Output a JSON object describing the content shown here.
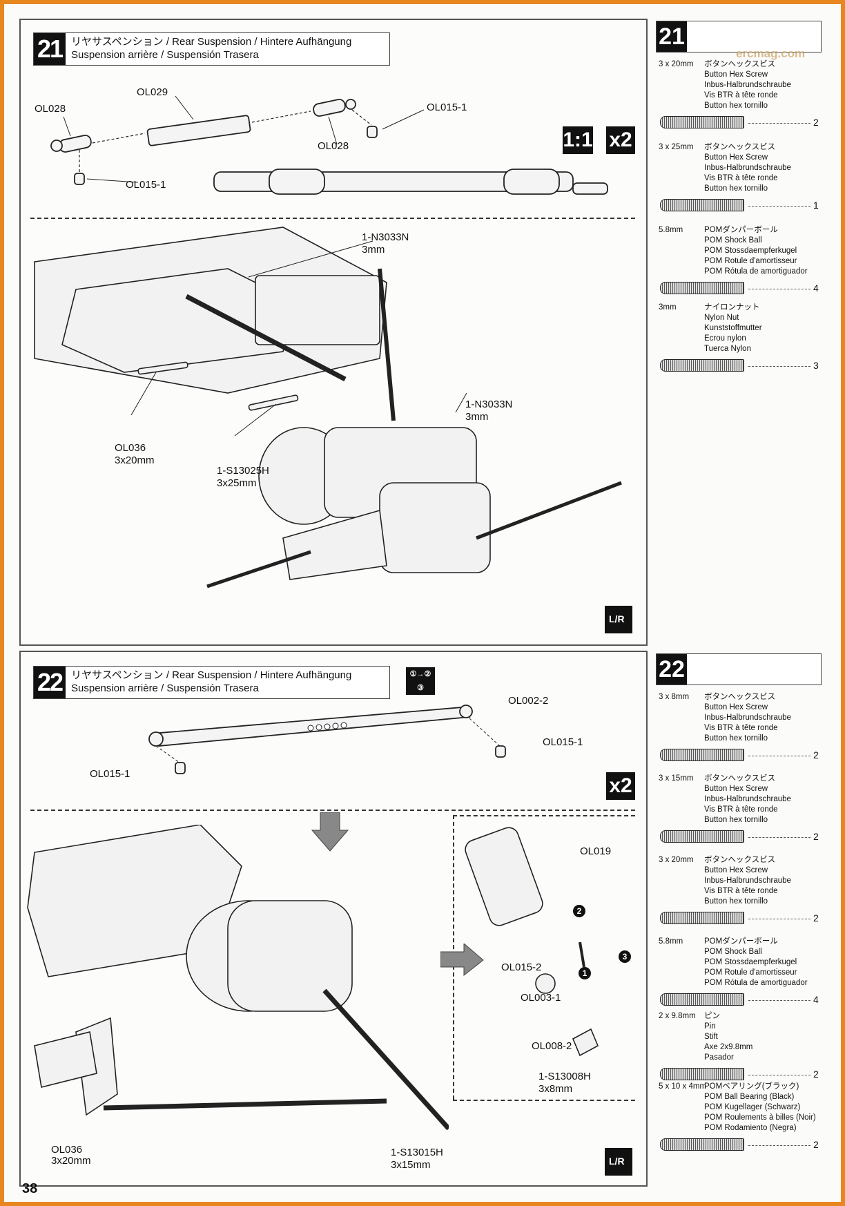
{
  "page_number": "38",
  "watermark": "ercmag.com",
  "step21": {
    "number": "21",
    "title_line1": "リヤサスペンション / Rear Suspension / Hintere Aufhängung",
    "title_line2": "Suspension arrière / Suspensión Trasera",
    "badge_scale": "1:1",
    "badge_count": "x2",
    "labels": {
      "ol028_left": "OL028",
      "ol029": "OL029",
      "ol015_top": "OL015-1",
      "ol028_right": "OL028",
      "ol015_bottom": "OL015-1",
      "nut1_part": "1-N3033N",
      "nut1_size": "3mm",
      "nut2_part": "1-N3033N",
      "nut2_size": "3mm",
      "ol036_part": "OL036",
      "ol036_size": "3x20mm",
      "s13025_part": "1-S13025H",
      "s13025_size": "3x25mm"
    },
    "lr_badge": "L/R"
  },
  "step22": {
    "number": "22",
    "title_line1": "リヤサスペンション / Rear Suspension / Hintere Aufhängung",
    "title_line2": "Suspension arrière / Suspensión Trasera",
    "badge_count": "x2",
    "order_badge": "①→② ③",
    "labels": {
      "ol002": "OL002-2",
      "ol015_right": "OL015-1",
      "ol015_left": "OL015-1",
      "ol019": "OL019",
      "ol015_2": "OL015-2",
      "ol003": "OL003-1",
      "ol008": "OL008-2",
      "s13008_part": "1-S13008H",
      "s13008_size": "3x8mm",
      "ol036_part": "OL036",
      "ol036_size": "3x20mm",
      "s13015_part": "1-S13015H",
      "s13015_size": "3x15mm"
    },
    "steps": [
      "1",
      "2",
      "3"
    ],
    "lr_badge": "L/R"
  },
  "side21": {
    "number": "21",
    "parts": [
      {
        "size": "3 x 20mm",
        "names": [
          "ボタンヘックスビス",
          "Button Hex Screw",
          "Inbus-Halbrundschraube",
          "Vis BTR à tête ronde",
          "Button hex tornillo"
        ],
        "qty": "2"
      },
      {
        "size": "3 x 25mm",
        "names": [
          "ボタンヘックスビス",
          "Button Hex Screw",
          "Inbus-Halbrundschraube",
          "Vis BTR à tête ronde",
          "Button hex tornillo"
        ],
        "qty": "1"
      },
      {
        "size": "5.8mm",
        "names": [
          "POMダンパーボール",
          "POM Shock Ball",
          "POM Stossdaempferkugel",
          "POM Rotule d'amortisseur",
          "POM Rótula de amortiguador"
        ],
        "qty": "4"
      },
      {
        "size": "3mm",
        "names": [
          "ナイロンナット",
          "Nylon Nut",
          "Kunststoffmutter",
          "Ecrou nylon",
          "Tuerca Nylon"
        ],
        "qty": "3"
      }
    ]
  },
  "side22": {
    "number": "22",
    "parts": [
      {
        "size": "3 x 8mm",
        "names": [
          "ボタンヘックスビス",
          "Button Hex Screw",
          "Inbus-Halbrundschraube",
          "Vis BTR à tête ronde",
          "Button hex tornillo"
        ],
        "qty": "2"
      },
      {
        "size": "3 x 15mm",
        "names": [
          "ボタンヘックスビス",
          "Button Hex Screw",
          "Inbus-Halbrundschraube",
          "Vis BTR à tête ronde",
          "Button hex tornillo"
        ],
        "qty": "2"
      },
      {
        "size": "3 x 20mm",
        "names": [
          "ボタンヘックスビス",
          "Button Hex Screw",
          "Inbus-Halbrundschraube",
          "Vis BTR à tête ronde",
          "Button hex tornillo"
        ],
        "qty": "2"
      },
      {
        "size": "5.8mm",
        "names": [
          "POMダンパーボール",
          "POM Shock Ball",
          "POM Stossdaempferkugel",
          "POM Rotule d'amortisseur",
          "POM Rótula de amortiguador"
        ],
        "qty": "4"
      },
      {
        "size": "2 x 9.8mm",
        "names": [
          "ピン",
          "Pin",
          "Stift",
          "Axe 2x9.8mm",
          "Pasador"
        ],
        "qty": "2"
      },
      {
        "size": "5 x 10 x 4mm",
        "names": [
          "POMベアリング(ブラック)",
          "POM Ball Bearing (Black)",
          "POM Kugellager (Schwarz)",
          "POM Roulements à billes (Noir)",
          "POM Rodamiento (Negra)"
        ],
        "qty": "2"
      }
    ]
  }
}
